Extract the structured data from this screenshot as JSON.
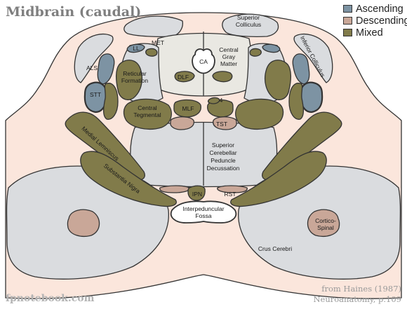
{
  "title": "Midbrain (caudal)",
  "colors": {
    "background_tissue": "#fbe6dc",
    "gray_region": "#dadcdf",
    "central_gray": "#e9e8e2",
    "ascending": "#7d93a3",
    "descending": "#c9a798",
    "mixed": "#817b4a",
    "outline": "#333333"
  },
  "legend": [
    {
      "label": "Ascending",
      "color": "#7d93a3"
    },
    {
      "label": "Descending",
      "color": "#c9a798"
    },
    {
      "label": "Mixed",
      "color": "#817b4a"
    }
  ],
  "structures": {
    "superior_colliculus": [
      "Superior",
      "Colliculus"
    ],
    "inferior_colliculus": "Inferior Colliculus",
    "met": "MET",
    "ca": "CA",
    "central_gray_matter": [
      "Central",
      "Gray",
      "Matter"
    ],
    "ll": "LL",
    "dlf": "DLF",
    "als": "ALS",
    "reticular_formation": [
      "Reticular",
      "Formation"
    ],
    "stt": "STT",
    "central_tegmental": [
      "Central",
      "Tegmental"
    ],
    "mlf": "MLF",
    "four": "4",
    "tst": "TST",
    "medial_lemniscus": "Medial Lemniscus",
    "substantia_nigra": "Substantia Nigra",
    "scp_decussation": [
      "Superior",
      "Cerebellar",
      "Peduncle",
      "Decussation"
    ],
    "ipn": "IPN",
    "rst": "RST",
    "interpeduncular_fossa": [
      "Interpeduncular",
      "Fossa"
    ],
    "cortico_spinal": [
      "Cortico-",
      "Spinal"
    ],
    "crus_cerebri": "Crus Cerebri"
  },
  "footer": {
    "site": "fpnotebook.com",
    "source_line1": "from Haines (1987)",
    "source_line2": "Neuroanatomy, p.109"
  }
}
